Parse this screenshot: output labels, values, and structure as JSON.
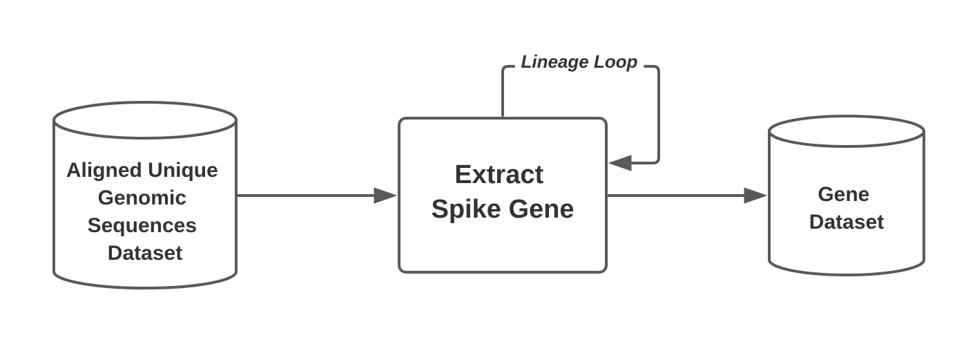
{
  "nodes": {
    "source_dataset": {
      "shape": "cylinder",
      "lines": [
        "Aligned Unique",
        "Genomic",
        "Sequences",
        "Dataset"
      ]
    },
    "process": {
      "shape": "rounded-rectangle",
      "lines": [
        "Extract",
        "Spike Gene"
      ]
    },
    "output_dataset": {
      "shape": "cylinder",
      "lines": [
        "Gene",
        "Dataset"
      ]
    }
  },
  "edges": [
    {
      "from": "source_dataset",
      "to": "process",
      "label": ""
    },
    {
      "from": "process",
      "to": "process",
      "label": "Lineage Loop"
    },
    {
      "from": "process",
      "to": "output_dataset",
      "label": ""
    }
  ],
  "colors": {
    "stroke": "#595959",
    "text": "#333333",
    "background": "#ffffff"
  }
}
